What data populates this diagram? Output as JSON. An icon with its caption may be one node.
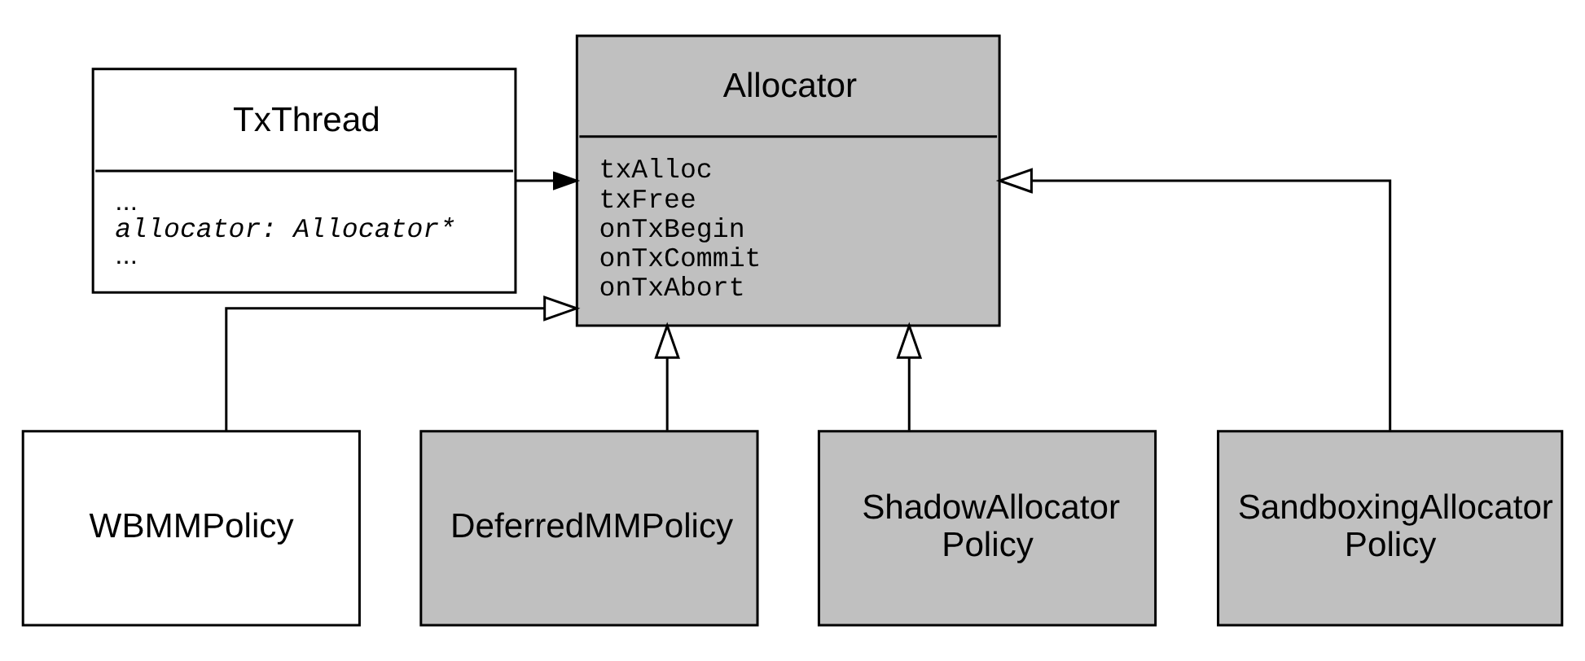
{
  "diagram": {
    "nodes": [
      {
        "text": [
          "TxThread",
          "...",
          "allocator: Allocator*",
          "..."
        ]
      },
      {
        "text": [
          "Allocator",
          "txAlloc",
          "txFree",
          "onTxBegin",
          "onTxCommit",
          "onTxAbort"
        ]
      },
      {
        "text": [
          "WBMMPolicy"
        ]
      },
      {
        "text": [
          "DeferredMMPolicy"
        ]
      },
      {
        "text": [
          "ShadowAllocator Policy"
        ]
      },
      {
        "text": [
          "SandboxingAllocator Policy"
        ]
      }
    ],
    "edges": [
      {
        "from": 0,
        "to": 1,
        "arrow": "to"
      },
      {
        "from": 2,
        "to": 1,
        "arrow": "to"
      },
      {
        "from": 3,
        "to": 1,
        "arrow": "to"
      },
      {
        "from": 4,
        "to": 1,
        "arrow": "to"
      },
      {
        "from": 5,
        "to": 1,
        "arrow": "to"
      }
    ]
  }
}
